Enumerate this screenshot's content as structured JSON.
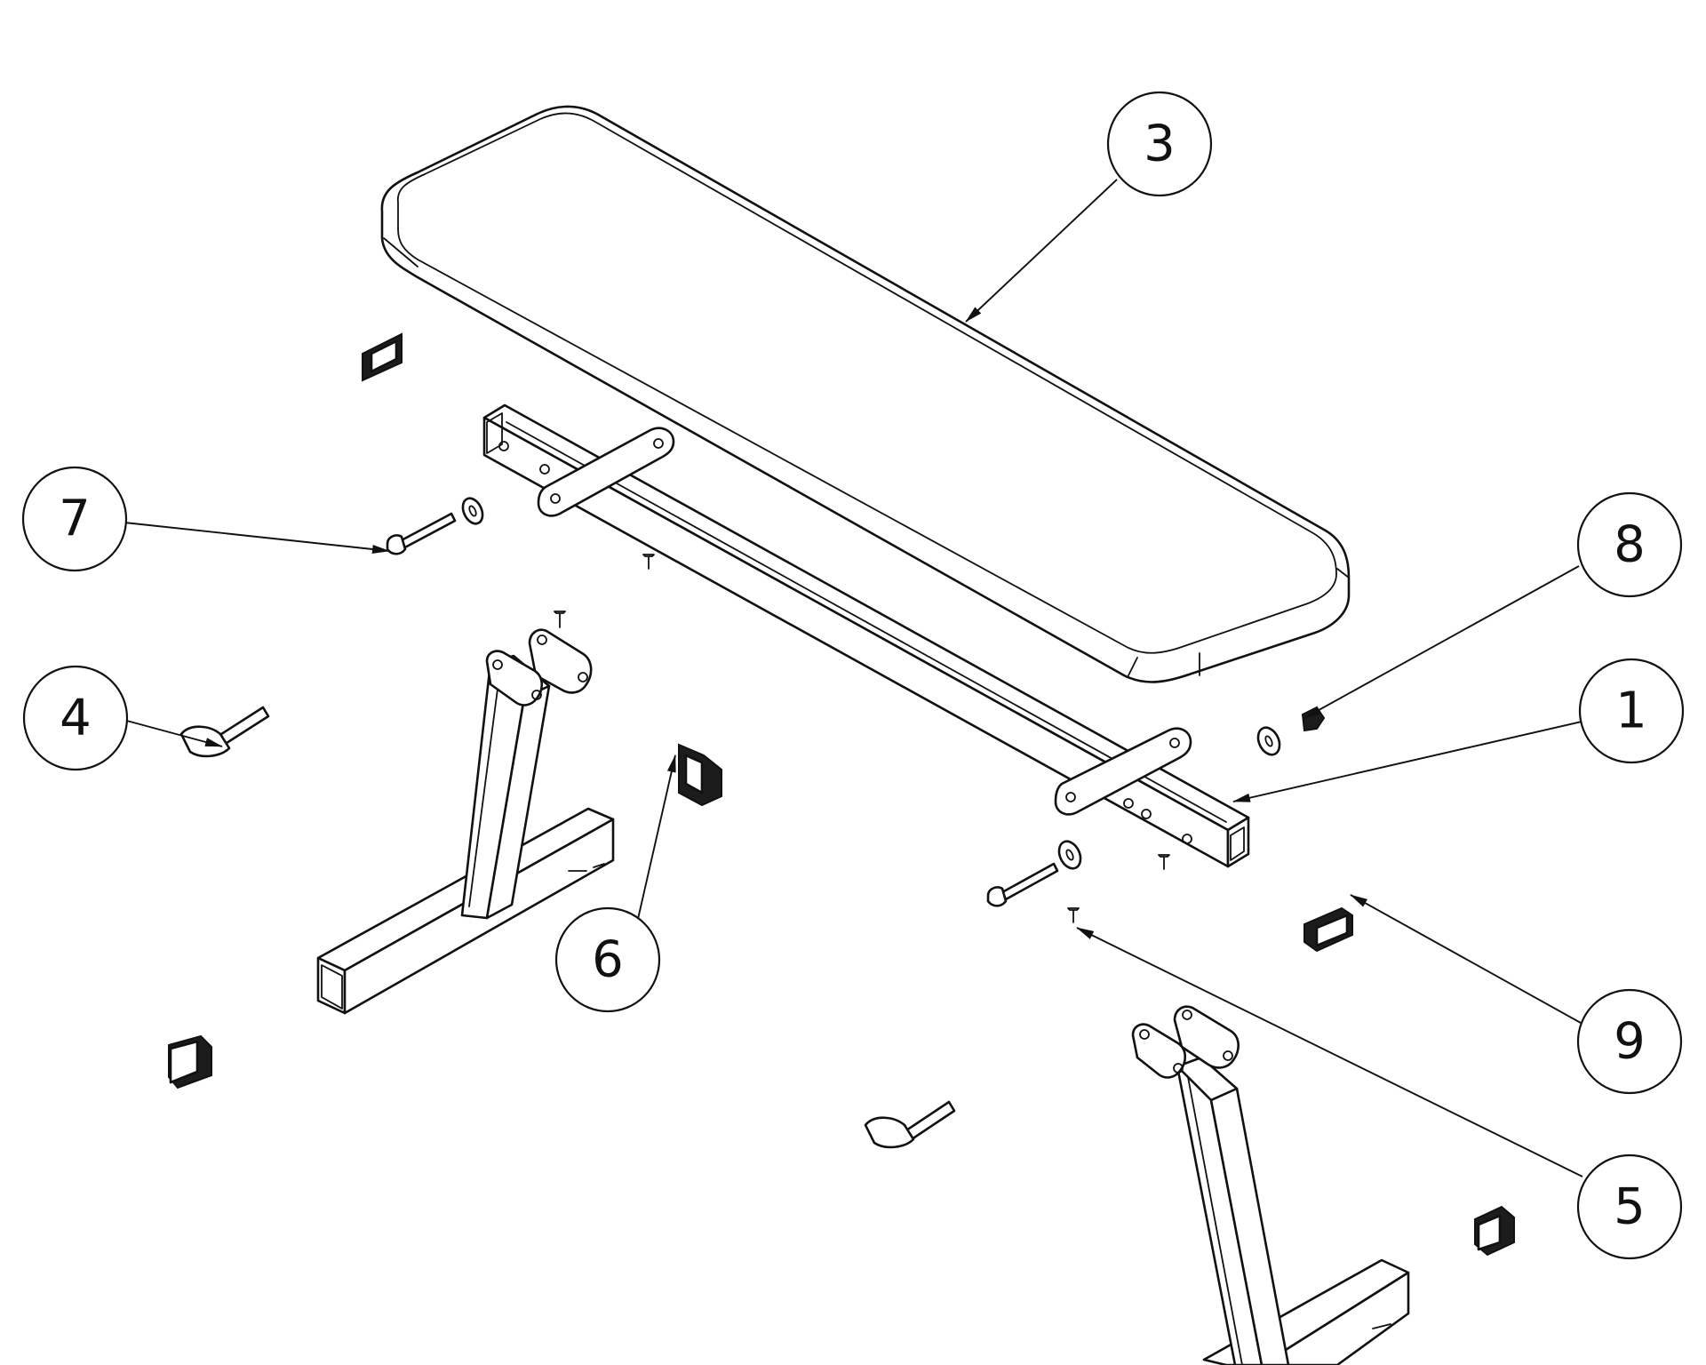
{
  "callouts": [
    {
      "id": "callout-3",
      "label": "3"
    },
    {
      "id": "callout-7",
      "label": "7"
    },
    {
      "id": "callout-8",
      "label": "8"
    },
    {
      "id": "callout-4",
      "label": "4"
    },
    {
      "id": "callout-1",
      "label": "1"
    },
    {
      "id": "callout-6",
      "label": "6"
    },
    {
      "id": "callout-9",
      "label": "9"
    },
    {
      "id": "callout-5",
      "label": "5"
    }
  ]
}
